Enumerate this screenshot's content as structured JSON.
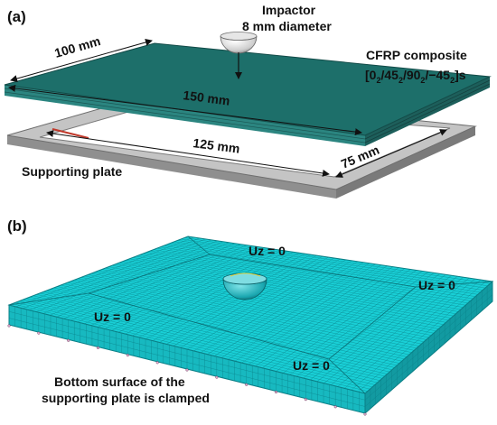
{
  "panel_a": {
    "label": "(a)",
    "impactor_title": "Impactor",
    "impactor_diameter": "8 mm diameter",
    "composite_title": "CFRP composite",
    "layup": {
      "p1": "[0",
      "s1": "2",
      "p2": "/45",
      "s2": "2",
      "p3": "/90",
      "s3": "2",
      "p4": "/−45",
      "s4": "2",
      "p5": "]s"
    },
    "dim_plate_width": "100 mm",
    "dim_plate_length": "150 mm",
    "dim_frame_length": "125 mm",
    "dim_frame_width": "75 mm",
    "support_label": "Supporting plate"
  },
  "panel_b": {
    "label": "(b)",
    "bc_top": "Uz = 0",
    "bc_right": "Uz = 0",
    "bc_left": "Uz = 0",
    "bc_bottom": "Uz = 0",
    "clamp_line1": "Bottom surface of the",
    "clamp_line2": "supporting plate is clamped"
  },
  "colors": {
    "composite_top": "#1d6f6a",
    "composite_side": "#2b8580",
    "support_top": "#c4c4c4",
    "support_side": "#8f8f8f",
    "mesh_fill": "#19cfd6",
    "mesh_line": "#0a7f86"
  }
}
